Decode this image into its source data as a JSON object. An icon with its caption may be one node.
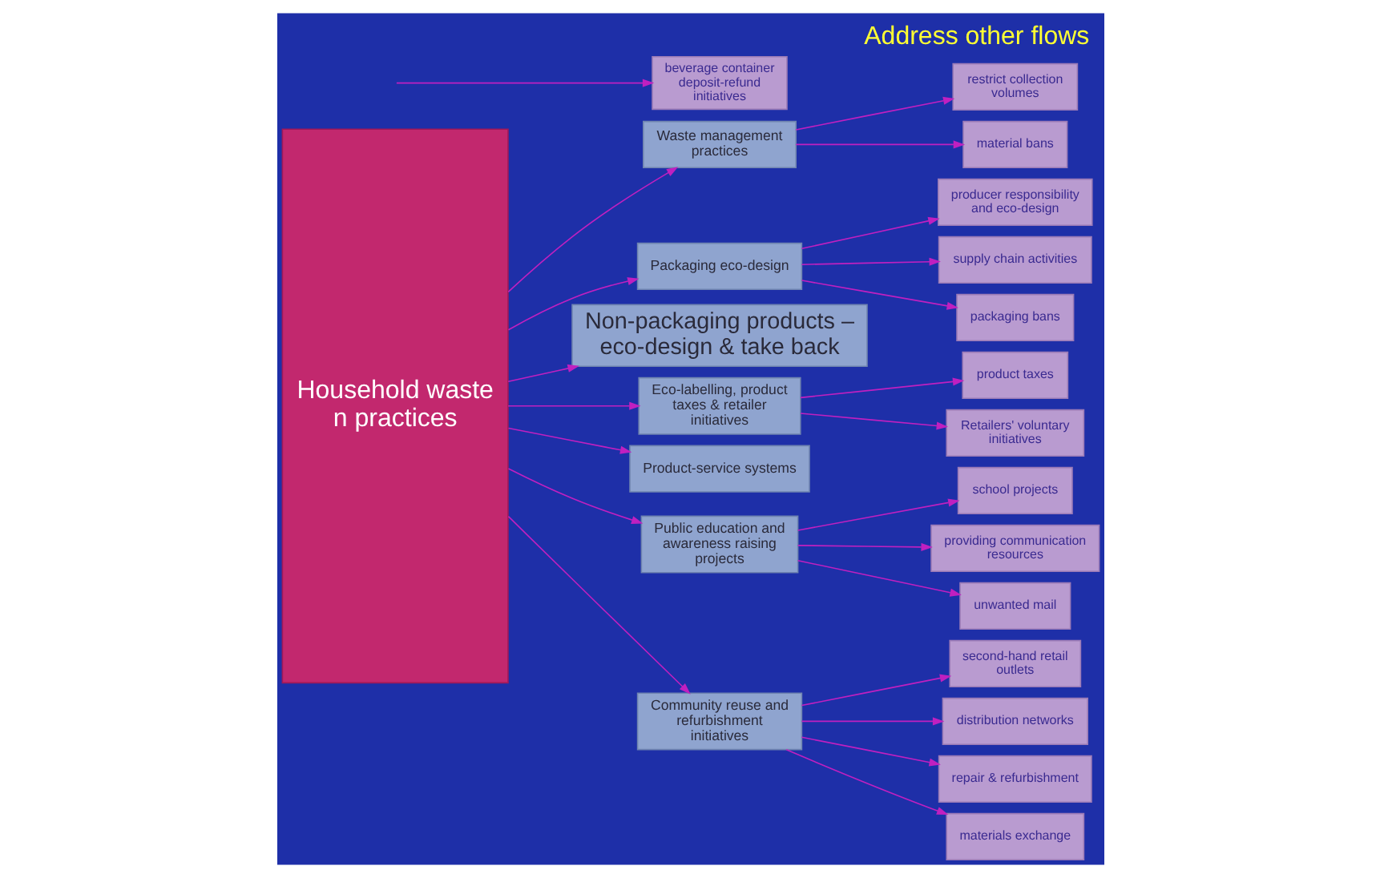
{
  "diagram": {
    "title": "Address other flows",
    "nodes": [
      {
        "text": [
          "Household waste",
          "n practices"
        ]
      },
      {
        "text": [
          "Waste management practices"
        ]
      },
      {
        "text": [
          "restrict collection volumes"
        ]
      },
      {
        "text": [
          "material bans"
        ]
      },
      {
        "text": [
          "Packaging eco-design"
        ]
      },
      {
        "text": [
          "producer responsibility and eco-design"
        ]
      },
      {
        "text": [
          "supply chain activities"
        ]
      },
      {
        "text": [
          "packaging bans"
        ]
      },
      {
        "text": [
          "beverage container deposit-refund initiatives"
        ]
      },
      {
        "text": [
          "Non-packaging products – eco-design & take back"
        ]
      },
      {
        "text": [
          "Eco-labelling, product taxes & retailer initiatives"
        ]
      },
      {
        "text": [
          "product taxes"
        ]
      },
      {
        "text": [
          "Retailers' voluntary initiatives"
        ]
      },
      {
        "text": [
          "Product-service systems"
        ]
      },
      {
        "text": [
          "Public education and awareness raising projects"
        ]
      },
      {
        "text": [
          "school projects"
        ]
      },
      {
        "text": [
          "providing communication resources"
        ]
      },
      {
        "text": [
          "unwanted mail"
        ]
      },
      {
        "text": [
          "Community reuse and refurbishment initiatives"
        ]
      },
      {
        "text": [
          "second-hand retail outlets"
        ]
      },
      {
        "text": [
          "distribution networks"
        ]
      },
      {
        "text": [
          "repair & refurbishment"
        ]
      },
      {
        "text": [
          "materials exchange"
        ]
      }
    ],
    "edges": [
      {
        "from": 0,
        "to": 1,
        "arrow": "to"
      },
      {
        "from": 1,
        "to": 2,
        "arrow": "to"
      },
      {
        "from": 1,
        "to": 3,
        "arrow": "to"
      },
      {
        "from": 0,
        "to": 4,
        "arrow": "to"
      },
      {
        "from": 4,
        "to": 5,
        "arrow": "to"
      },
      {
        "from": 4,
        "to": 6,
        "arrow": "to"
      },
      {
        "from": 4,
        "to": 7,
        "arrow": "to"
      },
      {
        "from": null,
        "to": 8,
        "arrow": "to"
      },
      {
        "from": 0,
        "to": 9,
        "arrow": "to"
      },
      {
        "from": 0,
        "to": 10,
        "arrow": "to"
      },
      {
        "from": 10,
        "to": 11,
        "arrow": "to"
      },
      {
        "from": 10,
        "to": 12,
        "arrow": "to"
      },
      {
        "from": 0,
        "to": 13,
        "arrow": "to"
      },
      {
        "from": 0,
        "to": 14,
        "arrow": "to"
      },
      {
        "from": 14,
        "to": 15,
        "arrow": "to"
      },
      {
        "from": 14,
        "to": 16,
        "arrow": "to"
      },
      {
        "from": 14,
        "to": 17,
        "arrow": "to"
      },
      {
        "from": 0,
        "to": 18,
        "arrow": "to"
      },
      {
        "from": 18,
        "to": 19,
        "arrow": "to"
      },
      {
        "from": 18,
        "to": 20,
        "arrow": "to"
      },
      {
        "from": 18,
        "to": 21,
        "arrow": "to"
      },
      {
        "from": 18,
        "to": 22,
        "arrow": "to"
      }
    ]
  }
}
